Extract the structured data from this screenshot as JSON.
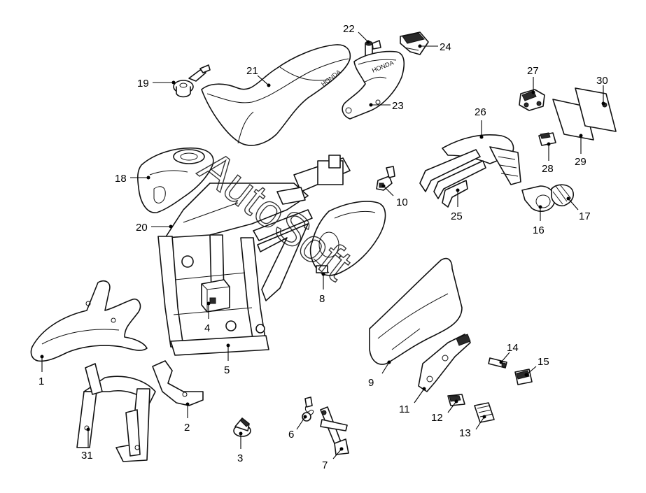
{
  "diagram": {
    "watermark": "AutoSoft",
    "emblems": {
      "seat_brand": "HONDA",
      "cover_brand": "HONDA"
    },
    "callouts": {
      "c1": "1",
      "c2": "2",
      "c3": "3",
      "c4": "4",
      "c5": "5",
      "c6": "6",
      "c7": "7",
      "c8": "8",
      "c9": "9",
      "c10": "10",
      "c11": "11",
      "c12": "12",
      "c13": "13",
      "c14": "14",
      "c15": "15",
      "c16": "16",
      "c17": "17",
      "c18": "18",
      "c19": "19",
      "c20": "20",
      "c21": "21",
      "c22": "22",
      "c23": "23",
      "c24": "24",
      "c25": "25",
      "c26": "26",
      "c27": "27",
      "c28": "28",
      "c29": "29",
      "c30": "30",
      "c31": "31"
    }
  }
}
